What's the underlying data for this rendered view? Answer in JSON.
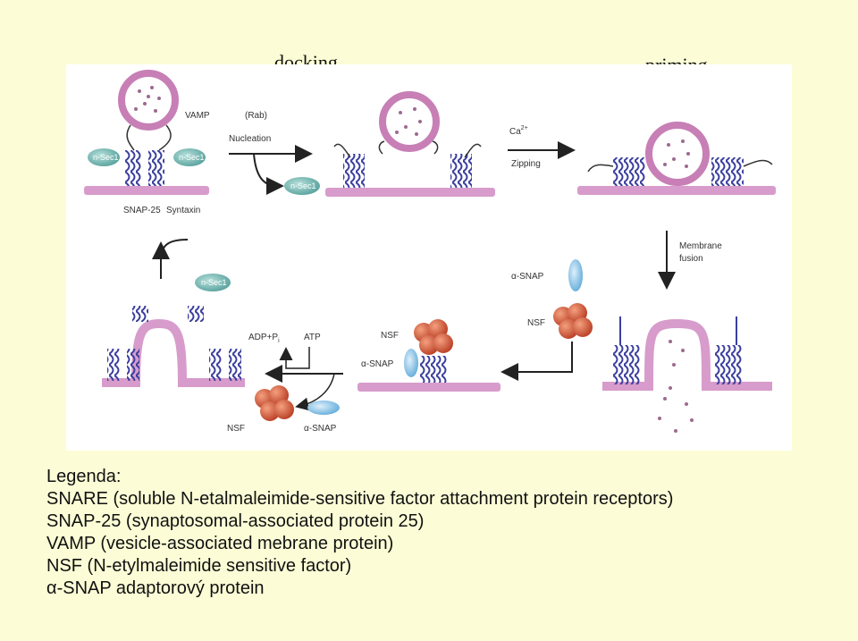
{
  "stages": {
    "docking": "docking",
    "priming": "priming"
  },
  "diagram": {
    "vamp": "VAMP",
    "rab": "(Rab)",
    "nucleation": "Nucleation",
    "nsec1": "n-Sec1",
    "snap25": "SNAP-25",
    "syntaxin": "Syntaxin",
    "ca_base": "Ca",
    "ca_sup": "2+",
    "zipping": "Zipping",
    "membrane": "Membrane",
    "fusion": "fusion",
    "alpha_snap": "α-SNAP",
    "nsf": "NSF",
    "adp_base": "ADP+P",
    "adp_sub": "i",
    "atp": "ATP"
  },
  "legend": {
    "title": "Legenda:",
    "items": [
      "SNARE (soluble N-etalmaleimide-sensitive factor attachment protein receptors)",
      "SNAP-25 (synaptosomal-associated protein 25)",
      "VAMP (vesicle-associated mebrane protein)",
      "NSF (N-etylmaleimide sensitive factor)",
      "α-SNAP adaptorový  protein"
    ]
  },
  "colors": {
    "membrane": "#d79ccb",
    "vesicle": "#c77fb6",
    "helix": "#3b3f9e",
    "nsec1": "#6fb8b3",
    "nsf": "#d2563a",
    "alpha_snap": "#8fc6e9",
    "background": "#fcfdd6"
  }
}
